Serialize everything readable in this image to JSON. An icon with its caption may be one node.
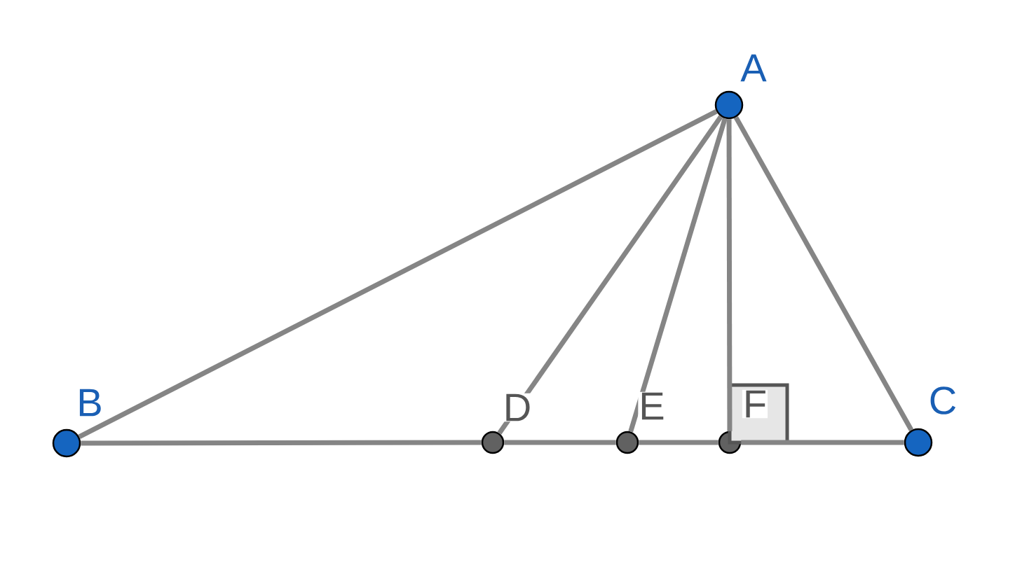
{
  "diagram": {
    "nodes": [
      {
        "text": [],
        "shape": "circle",
        "beside": [
          "A"
        ]
      },
      {
        "text": [],
        "shape": "circle",
        "beside": [
          "B"
        ]
      },
      {
        "text": [],
        "shape": "circle",
        "beside": [
          "C"
        ]
      },
      {
        "text": [],
        "shape": "circle",
        "beside": [
          "D"
        ]
      },
      {
        "text": [],
        "shape": "circle",
        "beside": [
          "E"
        ]
      },
      {
        "text": [],
        "shape": "circle",
        "beside": [
          "F"
        ]
      }
    ],
    "edges": [
      {
        "from": 0,
        "to": 1,
        "arrow": "none"
      },
      {
        "from": 0,
        "to": 3,
        "arrow": "none"
      },
      {
        "from": 0,
        "to": 4,
        "arrow": "none"
      },
      {
        "from": 0,
        "to": 5,
        "arrow": "none"
      },
      {
        "from": 0,
        "to": 2,
        "arrow": "none"
      },
      {
        "from": 1,
        "to": 3,
        "arrow": "none"
      },
      {
        "from": 3,
        "to": 4,
        "arrow": "none"
      },
      {
        "from": 4,
        "to": 5,
        "arrow": "none"
      },
      {
        "from": 5,
        "to": 2,
        "arrow": "none"
      }
    ]
  }
}
